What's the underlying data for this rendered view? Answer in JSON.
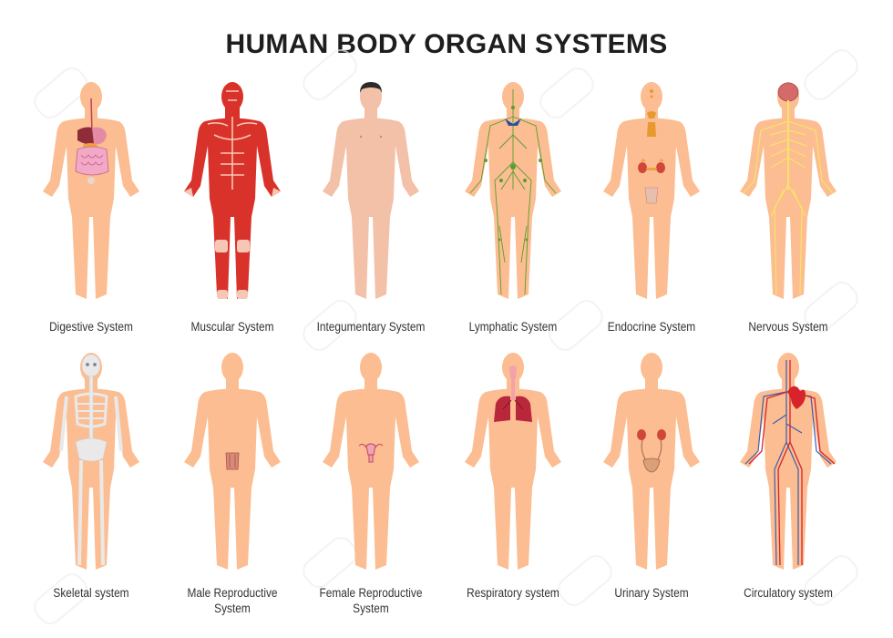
{
  "title": "HUMAN BODY ORGAN SYSTEMS",
  "colors": {
    "skin": "#fbbd91",
    "skin_integumentary": "#f3c0a8",
    "muscle": "#d9322b",
    "lymph": "#5a9e2f",
    "nerve": "#f9e26a",
    "bone": "#e9e9ea",
    "artery": "#d8232a",
    "vein": "#3a5fb0",
    "organ_red": "#b8283a",
    "title_text": "#1e1e1e",
    "label_text": "#333333"
  },
  "rows": [
    {
      "systems": [
        {
          "id": "digestive",
          "label": "Digestive System",
          "overlay": "digestive"
        },
        {
          "id": "muscular",
          "label": "Muscular System",
          "overlay": "muscular"
        },
        {
          "id": "integumentary",
          "label": "Integumentary System",
          "overlay": "integumentary"
        },
        {
          "id": "lymphatic",
          "label": "Lymphatic System",
          "overlay": "lymphatic"
        },
        {
          "id": "endocrine",
          "label": "Endocrine System",
          "overlay": "endocrine"
        },
        {
          "id": "nervous",
          "label": "Nervous System",
          "overlay": "nervous"
        }
      ]
    },
    {
      "systems": [
        {
          "id": "skeletal",
          "label": "Skeletal system",
          "overlay": "skeletal"
        },
        {
          "id": "male-reproductive",
          "label": "Male Reproductive System",
          "label_line1": "Male Reproductive",
          "label_line2": "System",
          "overlay": "male"
        },
        {
          "id": "female-reproductive",
          "label": "Female Reproductive System",
          "label_line1": "Female Reproductive",
          "label_line2": "System",
          "overlay": "female"
        },
        {
          "id": "respiratory",
          "label": "Respiratory system",
          "overlay": "respiratory"
        },
        {
          "id": "urinary",
          "label": "Urinary System",
          "overlay": "urinary"
        },
        {
          "id": "circulatory",
          "label": "Circulatory system",
          "overlay": "circulatory"
        }
      ]
    }
  ]
}
